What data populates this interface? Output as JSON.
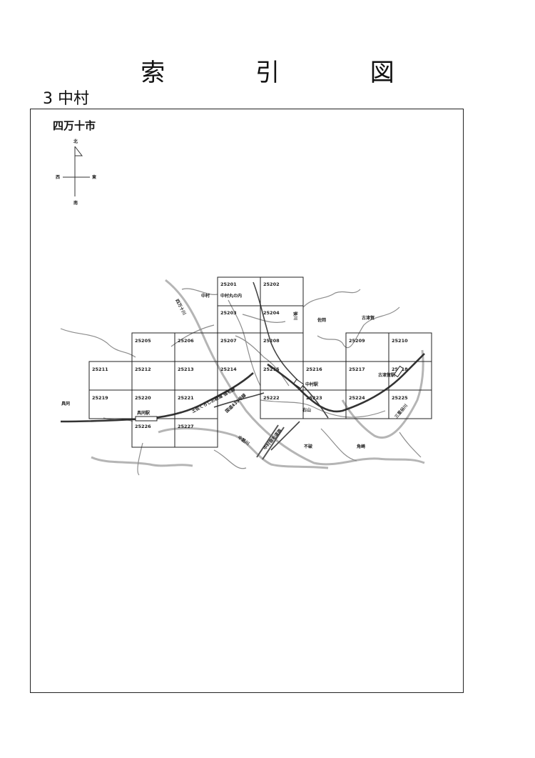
{
  "header": {
    "title": "索 引 図",
    "subtitle": "3 中村"
  },
  "map": {
    "area_name": "四万十市",
    "compass": {
      "north": "北",
      "south": "南",
      "east": "東",
      "west": "西"
    },
    "tiles": [
      "25201",
      "25202",
      "25203",
      "25204",
      "25205",
      "25206",
      "25207",
      "25208",
      "25209",
      "25210",
      "25211",
      "25212",
      "25213",
      "25214",
      "25215",
      "25216",
      "25217",
      "25218",
      "25219",
      "25220",
      "25221",
      "25222",
      "25223",
      "25224",
      "25225",
      "25226",
      "25227"
    ],
    "place_labels": {
      "nakamura": "中村",
      "nakamura_marunouchi": "中村丸の内",
      "shimanto_river": "四万十川",
      "kamo_river": "後川",
      "sada": "佐岡",
      "furutsuka": "古津賀",
      "gumi": "具同",
      "nakamura_station": "中村駅",
      "furutsuka_station": "古津賀駅",
      "gudo_station": "具同駅",
      "railway": "土佐くろしお鉄道 宿毛線",
      "route_439": "国道439号線",
      "ishiyama": "右山",
      "fuha": "不破",
      "kadozaki": "角崎",
      "nakasuji_river": "中筋川",
      "bypass": "中村宿毛道路",
      "sanjo": "三里谷川"
    }
  },
  "colors": {
    "road": "#8a8a8a",
    "river": "#b3b3b3",
    "rail": "#333333",
    "grid": "#222222"
  }
}
